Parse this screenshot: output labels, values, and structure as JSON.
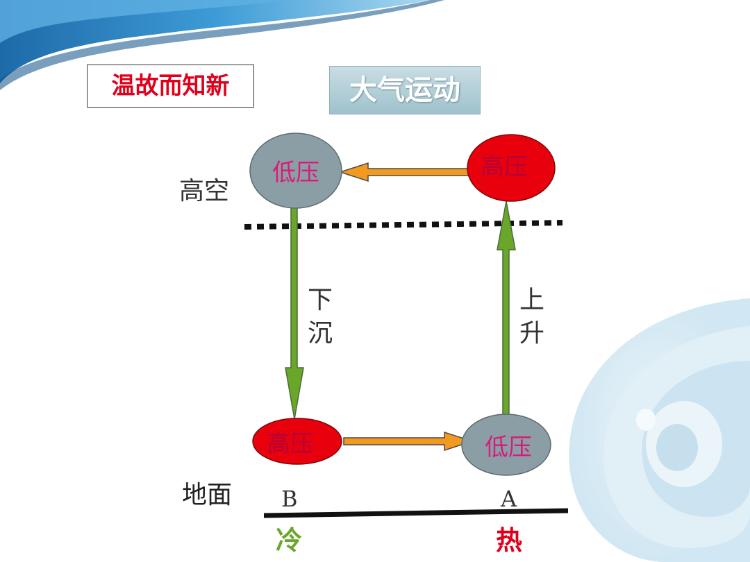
{
  "header": {
    "review_label": "温故而知新",
    "topic_button": "大气运动"
  },
  "diagram": {
    "level_high": "高空",
    "level_ground": "地面",
    "nodes": {
      "top_left": "低压",
      "top_right": "高压",
      "bottom_left": "高压",
      "bottom_right": "低压"
    },
    "motion_down": [
      "下",
      "沉"
    ],
    "motion_up": [
      "上",
      "升"
    ],
    "point_b": "B",
    "point_a": "A",
    "cold": "冷",
    "hot": "热"
  },
  "colors": {
    "high_pressure": "#e8000c",
    "low_pressure": "#8c9ea5",
    "pressure_text": "#d81b7a",
    "vertical_arrow": "#6aa62a",
    "horizontal_arrow": "#f29a1f",
    "cold_text": "#6aa62a",
    "hot_text": "#e0001b"
  }
}
